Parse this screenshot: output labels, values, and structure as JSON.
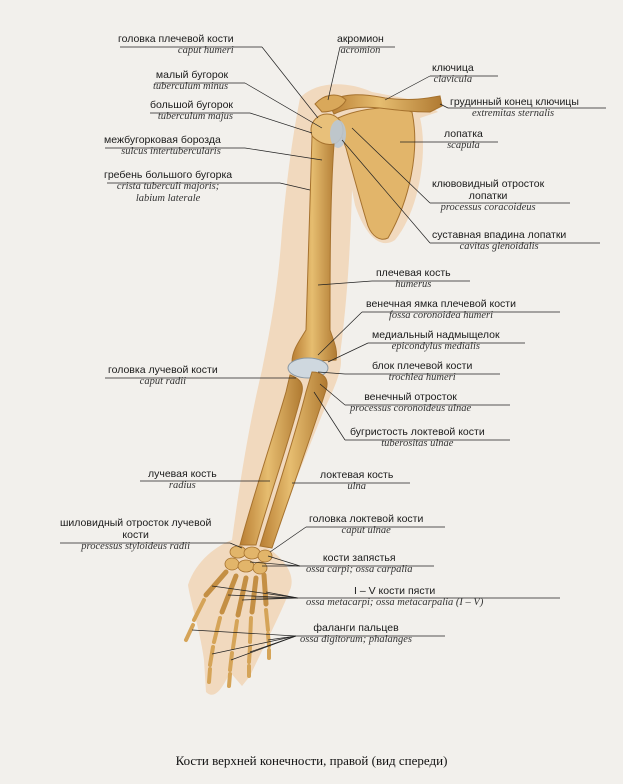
{
  "labels": [
    {
      "ru": "головка плечевой кости",
      "la": "caput humeri"
    },
    {
      "ru": "акромион",
      "la": "acromion"
    },
    {
      "ru": "малый бугорок",
      "la": "tuberculum minus"
    },
    {
      "ru": "ключица",
      "la": "clavicula"
    },
    {
      "ru": "большой бугорок",
      "la": "tuberculum majus"
    },
    {
      "ru": "грудинный конец ключицы",
      "la": "extremitas sternalis"
    },
    {
      "ru": "лопатка",
      "la": "scapula"
    },
    {
      "ru": "межбугорковая борозда",
      "la": "sulcus intertubercularis"
    },
    {
      "ru": "гребень большого бугорка",
      "la": "crista tuberculi majoris;",
      "la2": "labium laterale"
    },
    {
      "ru": "клювовидный отросток",
      "ru2": "лопатки",
      "la": "processus coracoideus"
    },
    {
      "ru": "суставная впадина лопатки",
      "la": "cavitas glenoidalis"
    },
    {
      "ru": "плечевая кость",
      "la": "humerus"
    },
    {
      "ru": "венечная ямка плечевой кости",
      "la": "fossa coronoidea humeri"
    },
    {
      "ru": "медиальный надмыщелок",
      "la": "epicondylus medialis"
    },
    {
      "ru": "головка лучевой кости",
      "la": "caput radii"
    },
    {
      "ru": "блок плечевой кости",
      "la": "trochlea humeri"
    },
    {
      "ru": "венечный отросток",
      "la": "processus coronoideus ulnae"
    },
    {
      "ru": "бугристость локтевой кости",
      "la": "tuberositas ulnae"
    },
    {
      "ru": "лучевая кость",
      "la": "radius"
    },
    {
      "ru": "локтевая кость",
      "la": "ulna"
    },
    {
      "ru": "шиловидный отросток лучевой",
      "ru2": "кости",
      "la": "processus styloideus radii"
    },
    {
      "ru": "головка локтевой кости",
      "la": "caput ulnae"
    },
    {
      "ru": "кости запястья",
      "la": "ossa carpi; ossa carpalia"
    },
    {
      "ru": "I – V кости пясти",
      "la": "ossa metacarpi; ossa metacarpalia (I – V)"
    },
    {
      "ru": "фаланги пальцев",
      "la": "ossa digitorum; phalanges"
    }
  ],
  "caption": "Кости верхней конечности, правой (вид спереди)",
  "colors": {
    "bone": "#dcae5e",
    "bone_dark": "#b07a32",
    "skin": "#f0d3b3",
    "cartilage": "#b9c7d4"
  }
}
